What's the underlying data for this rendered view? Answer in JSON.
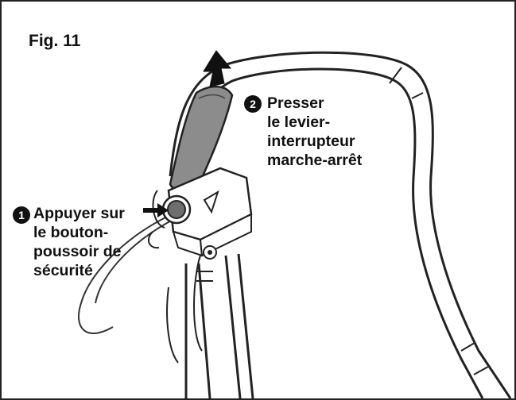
{
  "figure": {
    "title": "Fig. 11",
    "callouts": [
      {
        "number": "1",
        "lines": [
          "Appuyer sur",
          "le bouton-",
          "poussoir de",
          "sécurité"
        ]
      },
      {
        "number": "2",
        "lines": [
          "Presser",
          "le levier-",
          "interrupteur",
          "marche-arrêt"
        ]
      }
    ]
  }
}
